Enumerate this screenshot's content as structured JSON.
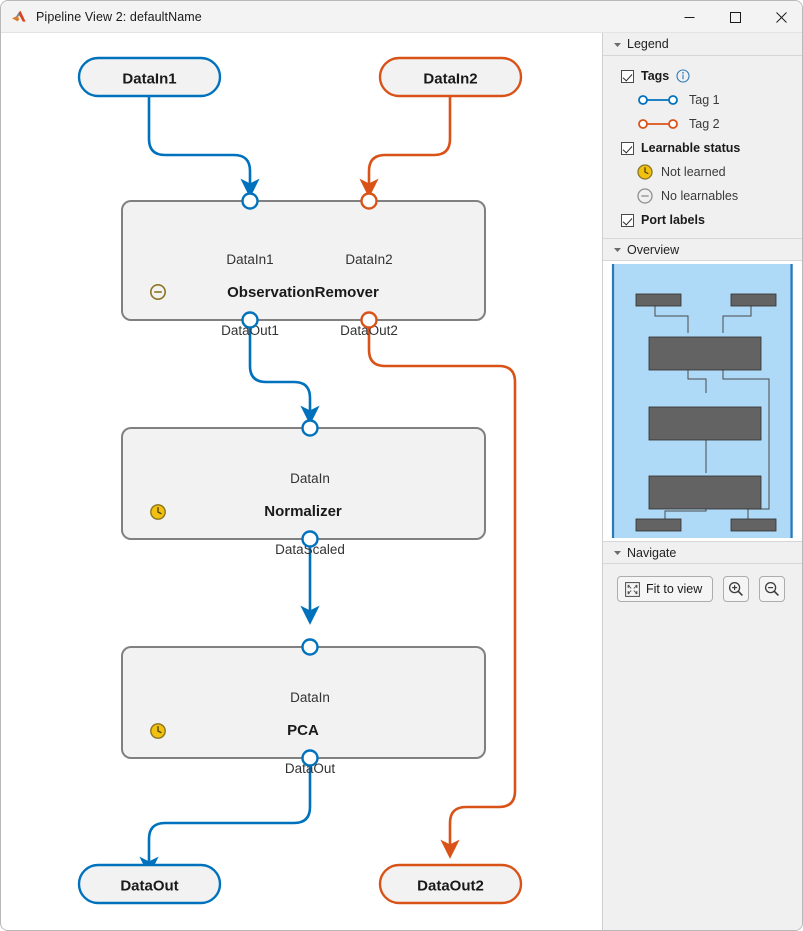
{
  "window": {
    "title": "Pipeline View 2: defaultName",
    "app_icon": "matlab-icon",
    "minimize_label": "─",
    "maximize_label": "□",
    "close_label": "✕"
  },
  "colors": {
    "tag1_blue": "#0072BD",
    "tag2_orange": "#D95319",
    "block_fill": "#f2f2f2",
    "block_border": "#808080",
    "minimap_viewport": "#AED9F7",
    "minimap_block": "#636363",
    "not_learned_yellow": "#F2C10F",
    "sidebar_bg": "#f0f0f0"
  },
  "sidebar": {
    "legend": {
      "title": "Legend",
      "caret": "caret-down-icon",
      "tags": {
        "label": "Tags",
        "checked": true,
        "info_icon": "info-icon",
        "entries": [
          {
            "label": "Tag 1",
            "color": "#0072BD"
          },
          {
            "label": "Tag 2",
            "color": "#D95319"
          }
        ]
      },
      "learnable_status": {
        "label": "Learnable status",
        "checked": true,
        "entries": [
          {
            "label": "Not learned",
            "icon": "clock-icon"
          },
          {
            "label": "No learnables",
            "icon": "minus-circle-icon"
          }
        ]
      },
      "port_labels": {
        "label": "Port labels",
        "checked": true
      }
    },
    "overview": {
      "title": "Overview",
      "caret": "caret-down-icon"
    },
    "navigate": {
      "title": "Navigate",
      "caret": "caret-down-icon",
      "fit_to_view_label": "Fit to view",
      "fit_to_view_icon": "fit-to-view-icon",
      "zoom_in_icon": "zoom-in-icon",
      "zoom_out_icon": "zoom-out-icon"
    }
  },
  "pipeline": {
    "input_nodes": [
      {
        "id": "in1",
        "label": "DataIn1",
        "color": "#0072BD"
      },
      {
        "id": "in2",
        "label": "DataIn2",
        "color": "#D95319"
      }
    ],
    "output_nodes": [
      {
        "id": "out1",
        "label": "DataOut",
        "color": "#0072BD"
      },
      {
        "id": "out2",
        "label": "DataOut2",
        "color": "#D95319"
      }
    ],
    "blocks": [
      {
        "id": "obsrem",
        "title": "ObservationRemover",
        "status_icon": "minus-circle-icon",
        "status": "No learnables",
        "inputs": [
          "DataIn1",
          "DataIn2"
        ],
        "outputs": [
          "DataOut1",
          "DataOut2"
        ]
      },
      {
        "id": "norm",
        "title": "Normalizer",
        "status_icon": "clock-icon",
        "status": "Not learned",
        "inputs": [
          "DataIn"
        ],
        "outputs": [
          "DataScaled"
        ]
      },
      {
        "id": "pca",
        "title": "PCA",
        "status_icon": "clock-icon",
        "status": "Not learned",
        "inputs": [
          "DataIn"
        ],
        "outputs": [
          "DataOut"
        ]
      }
    ]
  }
}
